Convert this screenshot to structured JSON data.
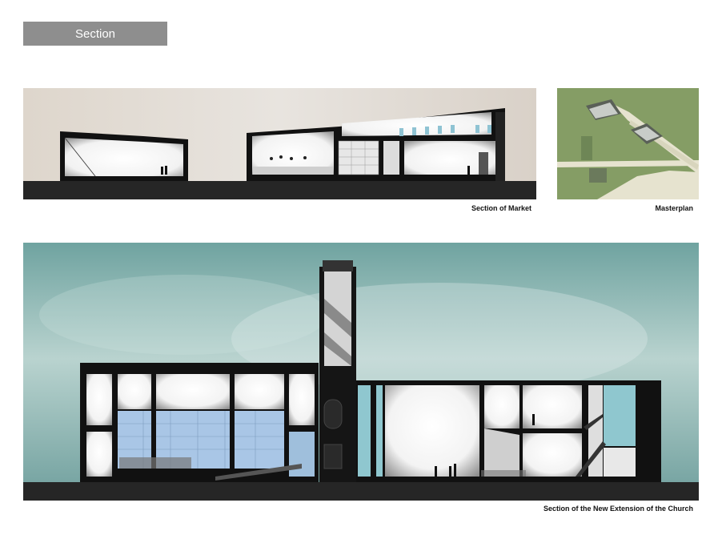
{
  "header": {
    "section_label": "Section"
  },
  "figures": {
    "market": {
      "caption": "Section of Market"
    },
    "masterplan": {
      "caption": "Masterplan"
    },
    "church": {
      "caption": "Section of the New Extension of the Church"
    }
  },
  "colors": {
    "label_bg": "#8e8e8e",
    "sky_market": "#e6dfd6",
    "sky_church": "#7fb0ac",
    "ground": "#262626",
    "masterplan_green": "#8aa06a",
    "glazing_blue": "#a9c6e6"
  }
}
